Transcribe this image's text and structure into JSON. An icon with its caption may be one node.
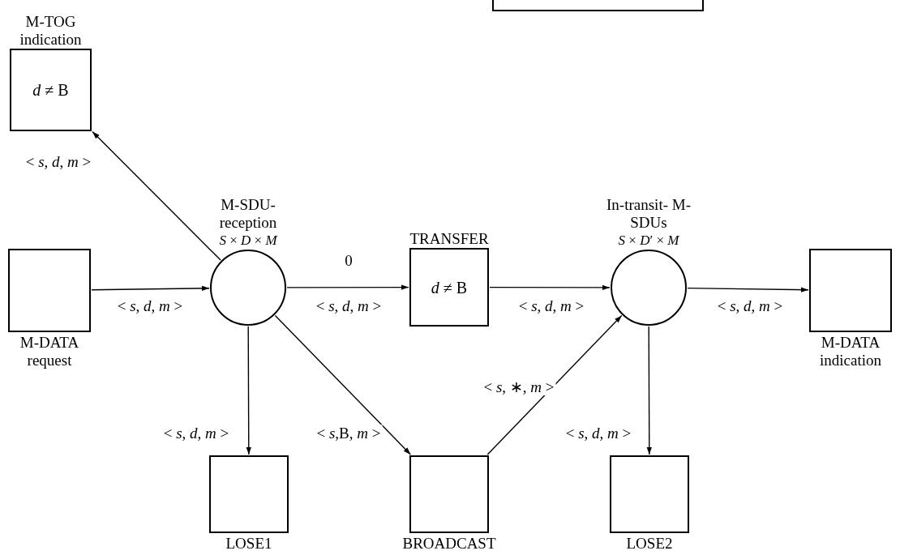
{
  "diagram": {
    "nodes": [
      {
        "text": [
          "M-TOG indication",
          "*d* ≠ B"
        ]
      },
      {
        "text": [
          "M-DATA request"
        ]
      },
      {
        "text": [
          "M-SDU- reception",
          "*S* × *D* × *M*"
        ]
      },
      {
        "text": [
          "TRANSFER",
          "*d* ≠ B"
        ]
      },
      {
        "text": [
          "In-transit- M-SDUs",
          "*S* × *D*′ × *M*"
        ]
      },
      {
        "text": [
          "M-DATA indication"
        ]
      },
      {
        "text": [
          "LOSE1"
        ]
      },
      {
        "text": [
          "BROADCAST"
        ]
      },
      {
        "text": [
          "LOSE2"
        ]
      },
      {
        "text": [],
        "shape": "box"
      }
    ],
    "edges": [
      {
        "from": 2,
        "to": 0,
        "arrow": "to",
        "label": "< *s*, *d*, *m* >"
      },
      {
        "from": 1,
        "to": 2,
        "arrow": "to",
        "label": "< *s*, *d*, *m* >"
      },
      {
        "from": 2,
        "to": 3,
        "arrow": "to",
        "label": "< *s*, *d*, *m* >"
      },
      {
        "from": 3,
        "to": 4,
        "arrow": "to",
        "label": "< *s*, *d*, *m* >"
      },
      {
        "from": 4,
        "to": 5,
        "arrow": "to",
        "label": "< *s*, *d*, *m* >"
      },
      {
        "from": 2,
        "to": 6,
        "arrow": "to",
        "label": "< *s*, *d*, *m* >"
      },
      {
        "from": 2,
        "to": 7,
        "arrow": "to",
        "label": "< *s*,B, *m* >"
      },
      {
        "from": 7,
        "to": 4,
        "arrow": "to",
        "label": "< *s*, ∗, *m* >"
      },
      {
        "from": 4,
        "to": 8,
        "arrow": "to",
        "label": "< *s*, *d*, *m* >"
      }
    ],
    "labels": [
      "0"
    ]
  }
}
